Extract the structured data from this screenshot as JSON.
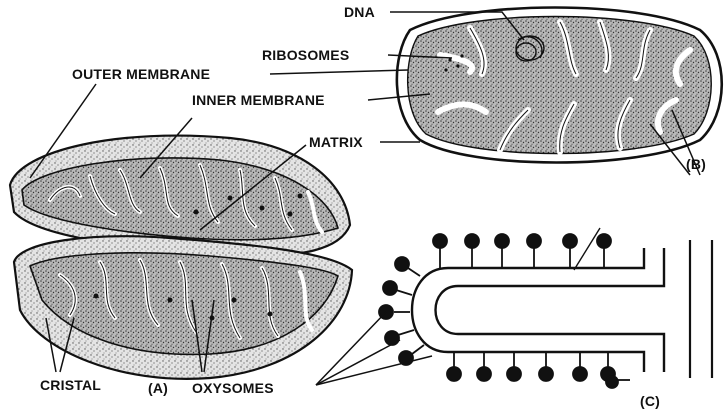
{
  "labels": {
    "dna": "DNA",
    "ribosomes": "RIBOSOMES",
    "outer_membrane": "OUTER MEMBRANE",
    "inner_membrane": "INNER MEMBRANE",
    "matrix": "MATRIX",
    "cristal": "CRISTAL",
    "oxysomes": "OXYSOMES"
  },
  "panels": {
    "a": "(A)",
    "b": "(B)",
    "c": "(C)"
  },
  "colors": {
    "ink": "#111111",
    "stipple": "#8a8a8a",
    "fill_light": "#e6e6e6",
    "fill_dark": "#bdbdbd",
    "paper": "#ffffff"
  }
}
